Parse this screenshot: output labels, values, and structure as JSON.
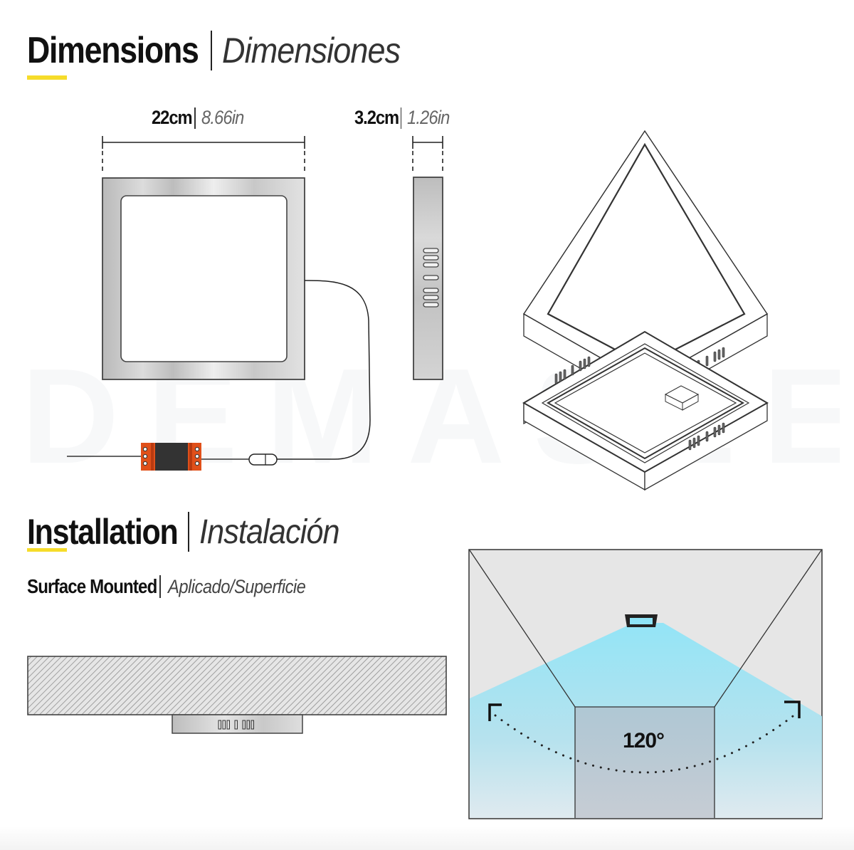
{
  "sections": {
    "dimensions": {
      "title_en": "Dimensions",
      "title_es": "Dimensiones",
      "accent_color": "#f6dc2a"
    },
    "installation": {
      "title_en": "Installation",
      "title_es": "Instalación",
      "subtitle_en": "Surface Mounted",
      "subtitle_es": "Aplicado/Superficie"
    }
  },
  "measurements": {
    "width": {
      "metric": "22cm",
      "imperial": "8.66in"
    },
    "depth": {
      "metric": "3.2cm",
      "imperial": "1.26in"
    }
  },
  "beam": {
    "angle_label": "120°",
    "light_color": "#8fe4f7",
    "wall_color": "#e6e6e6",
    "floor_color": "#b7bfcb"
  },
  "watermark": {
    "text": "DEMASLED"
  },
  "icons": {
    "front_view": "square-panel-front-icon",
    "side_view": "panel-side-profile-icon",
    "driver": "led-driver-icon",
    "connector": "cable-connector-icon",
    "iso_top": "isometric-panel-top-icon",
    "iso_bottom": "isometric-panel-bottom-icon",
    "ceiling_section": "ceiling-mount-section-icon",
    "room": "room-beam-angle-icon"
  }
}
